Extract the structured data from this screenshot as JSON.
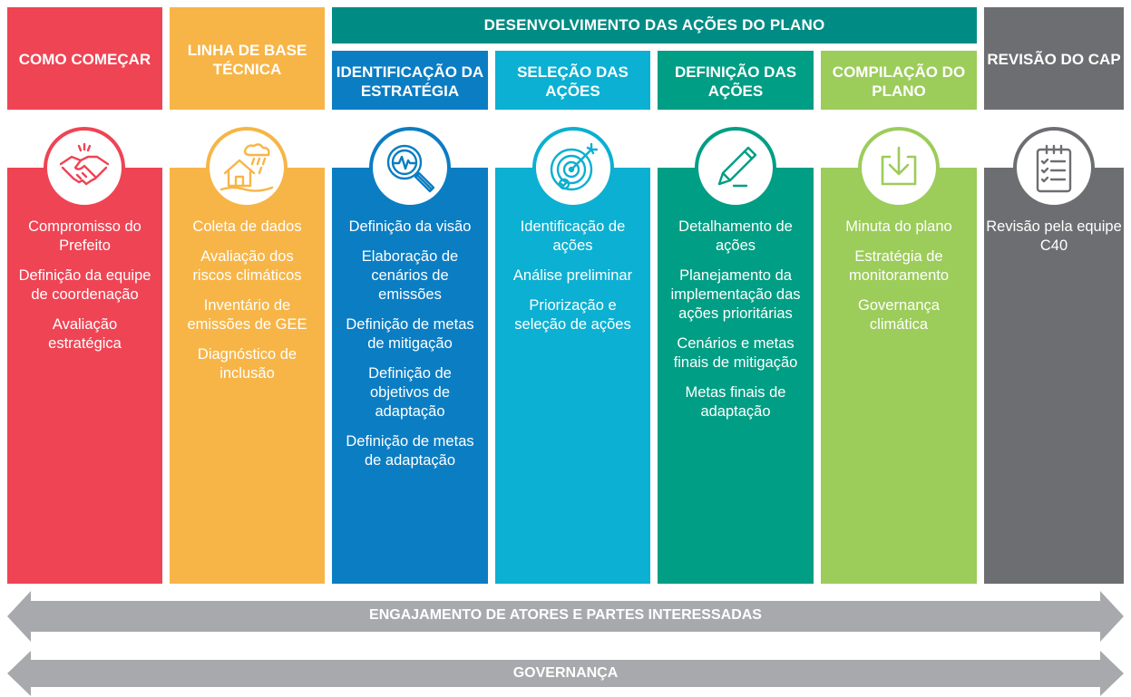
{
  "super_header": "DESENVOLVIMENTO DAS AÇÕES DO PLANO",
  "columns": [
    {
      "header": "COMO COMEÇAR",
      "color": "#ef4454",
      "header_color": "#ef4454",
      "icon": "handshake-icon",
      "items": [
        "Compromisso do Prefeito",
        "Definição da equipe de coordenação",
        "Avaliação estratégica"
      ]
    },
    {
      "header": "LINHA DE BASE TÉCNICA",
      "color": "#f7b547",
      "header_color": "#f7b547",
      "icon": "house-rain-icon",
      "items": [
        "Coleta de dados",
        "Avaliação dos riscos climáticos",
        "Inventário de emissões de GEE",
        "Diagnóstico de inclusão"
      ]
    },
    {
      "header": "IDENTIFICAÇÃO DA ESTRATÉGIA",
      "color": "#0b7dc3",
      "header_color": "#0b7dc3",
      "icon": "magnifier-icon",
      "items": [
        "Definição da visão",
        "Elaboração de cenários de emissões",
        "Definição de metas de mitigação",
        "Definição de objetivos de adaptação",
        "Definição de metas de adaptação"
      ]
    },
    {
      "header": "SELEÇÃO DAS AÇÕES",
      "color": "#0bb0d2",
      "header_color": "#0bb0d2",
      "icon": "target-icon",
      "items": [
        "Identificação de ações",
        "Análise preliminar",
        "Priorização e seleção de ações"
      ]
    },
    {
      "header": "DEFINIÇÃO DAS AÇÕES",
      "color": "#009e84",
      "header_color": "#009e84",
      "icon": "pencil-icon",
      "items": [
        "Detalhamento de ações",
        "Planejamento da implementação das ações prioritárias",
        "Cenários e metas finais de mitigação",
        "Metas finais de adaptação"
      ]
    },
    {
      "header": "COMPILAÇÃO DO PLANO",
      "color": "#9ccc5a",
      "header_color": "#9ccc5a",
      "icon": "download-icon",
      "items": [
        "Minuta do plano",
        "Estratégia de monitoramento",
        "Governança climática"
      ]
    },
    {
      "header": "REVISÃO DO CAP",
      "color": "#6d6e71",
      "header_color": "#6d6e71",
      "icon": "checklist-icon",
      "items": [
        "Revisão pela equipe C40"
      ]
    }
  ],
  "arrows": [
    "ENGAJAMENTO DE ATORES E PARTES INTERESSADAS",
    "GOVERNANÇA"
  ],
  "arrow_color": "#a7a9ac"
}
